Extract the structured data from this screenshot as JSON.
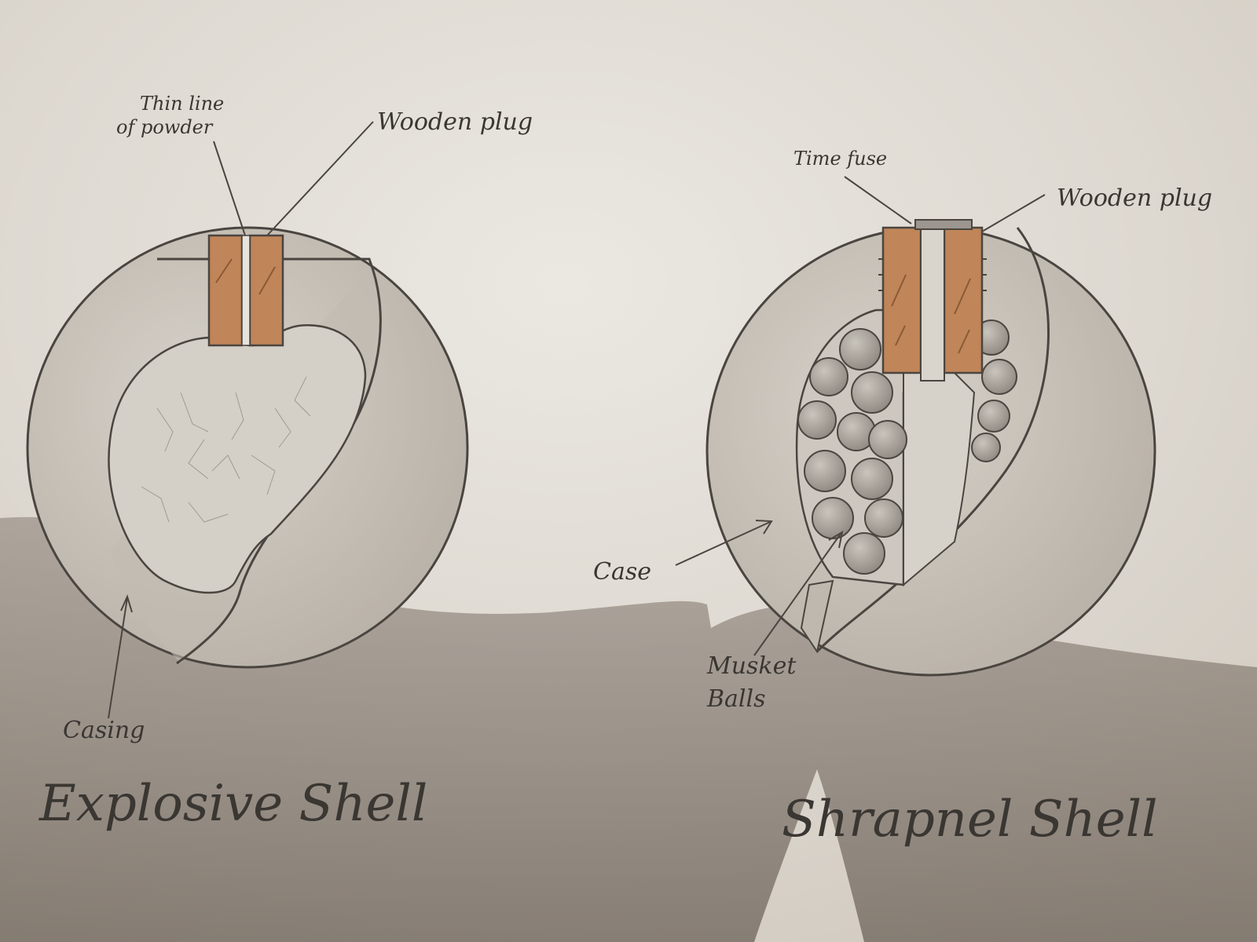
{
  "explosive": {
    "label_powder_line1": "Thin line",
    "label_powder_line2": "of powder",
    "label_plug": "Wooden plug",
    "label_casing": "Casing",
    "title": "Explosive Shell"
  },
  "shrapnel": {
    "label_fuse": "Time fuse",
    "label_plug": "Wooden plug",
    "label_case": "Case",
    "label_balls_line1": "Musket",
    "label_balls_line2": "Balls",
    "title": "Shrapnel Shell"
  },
  "colors": {
    "paper": "#e3dfd8",
    "pencil": "#4a4540",
    "wood": "#c08558",
    "shadow": "#5a4e44"
  }
}
